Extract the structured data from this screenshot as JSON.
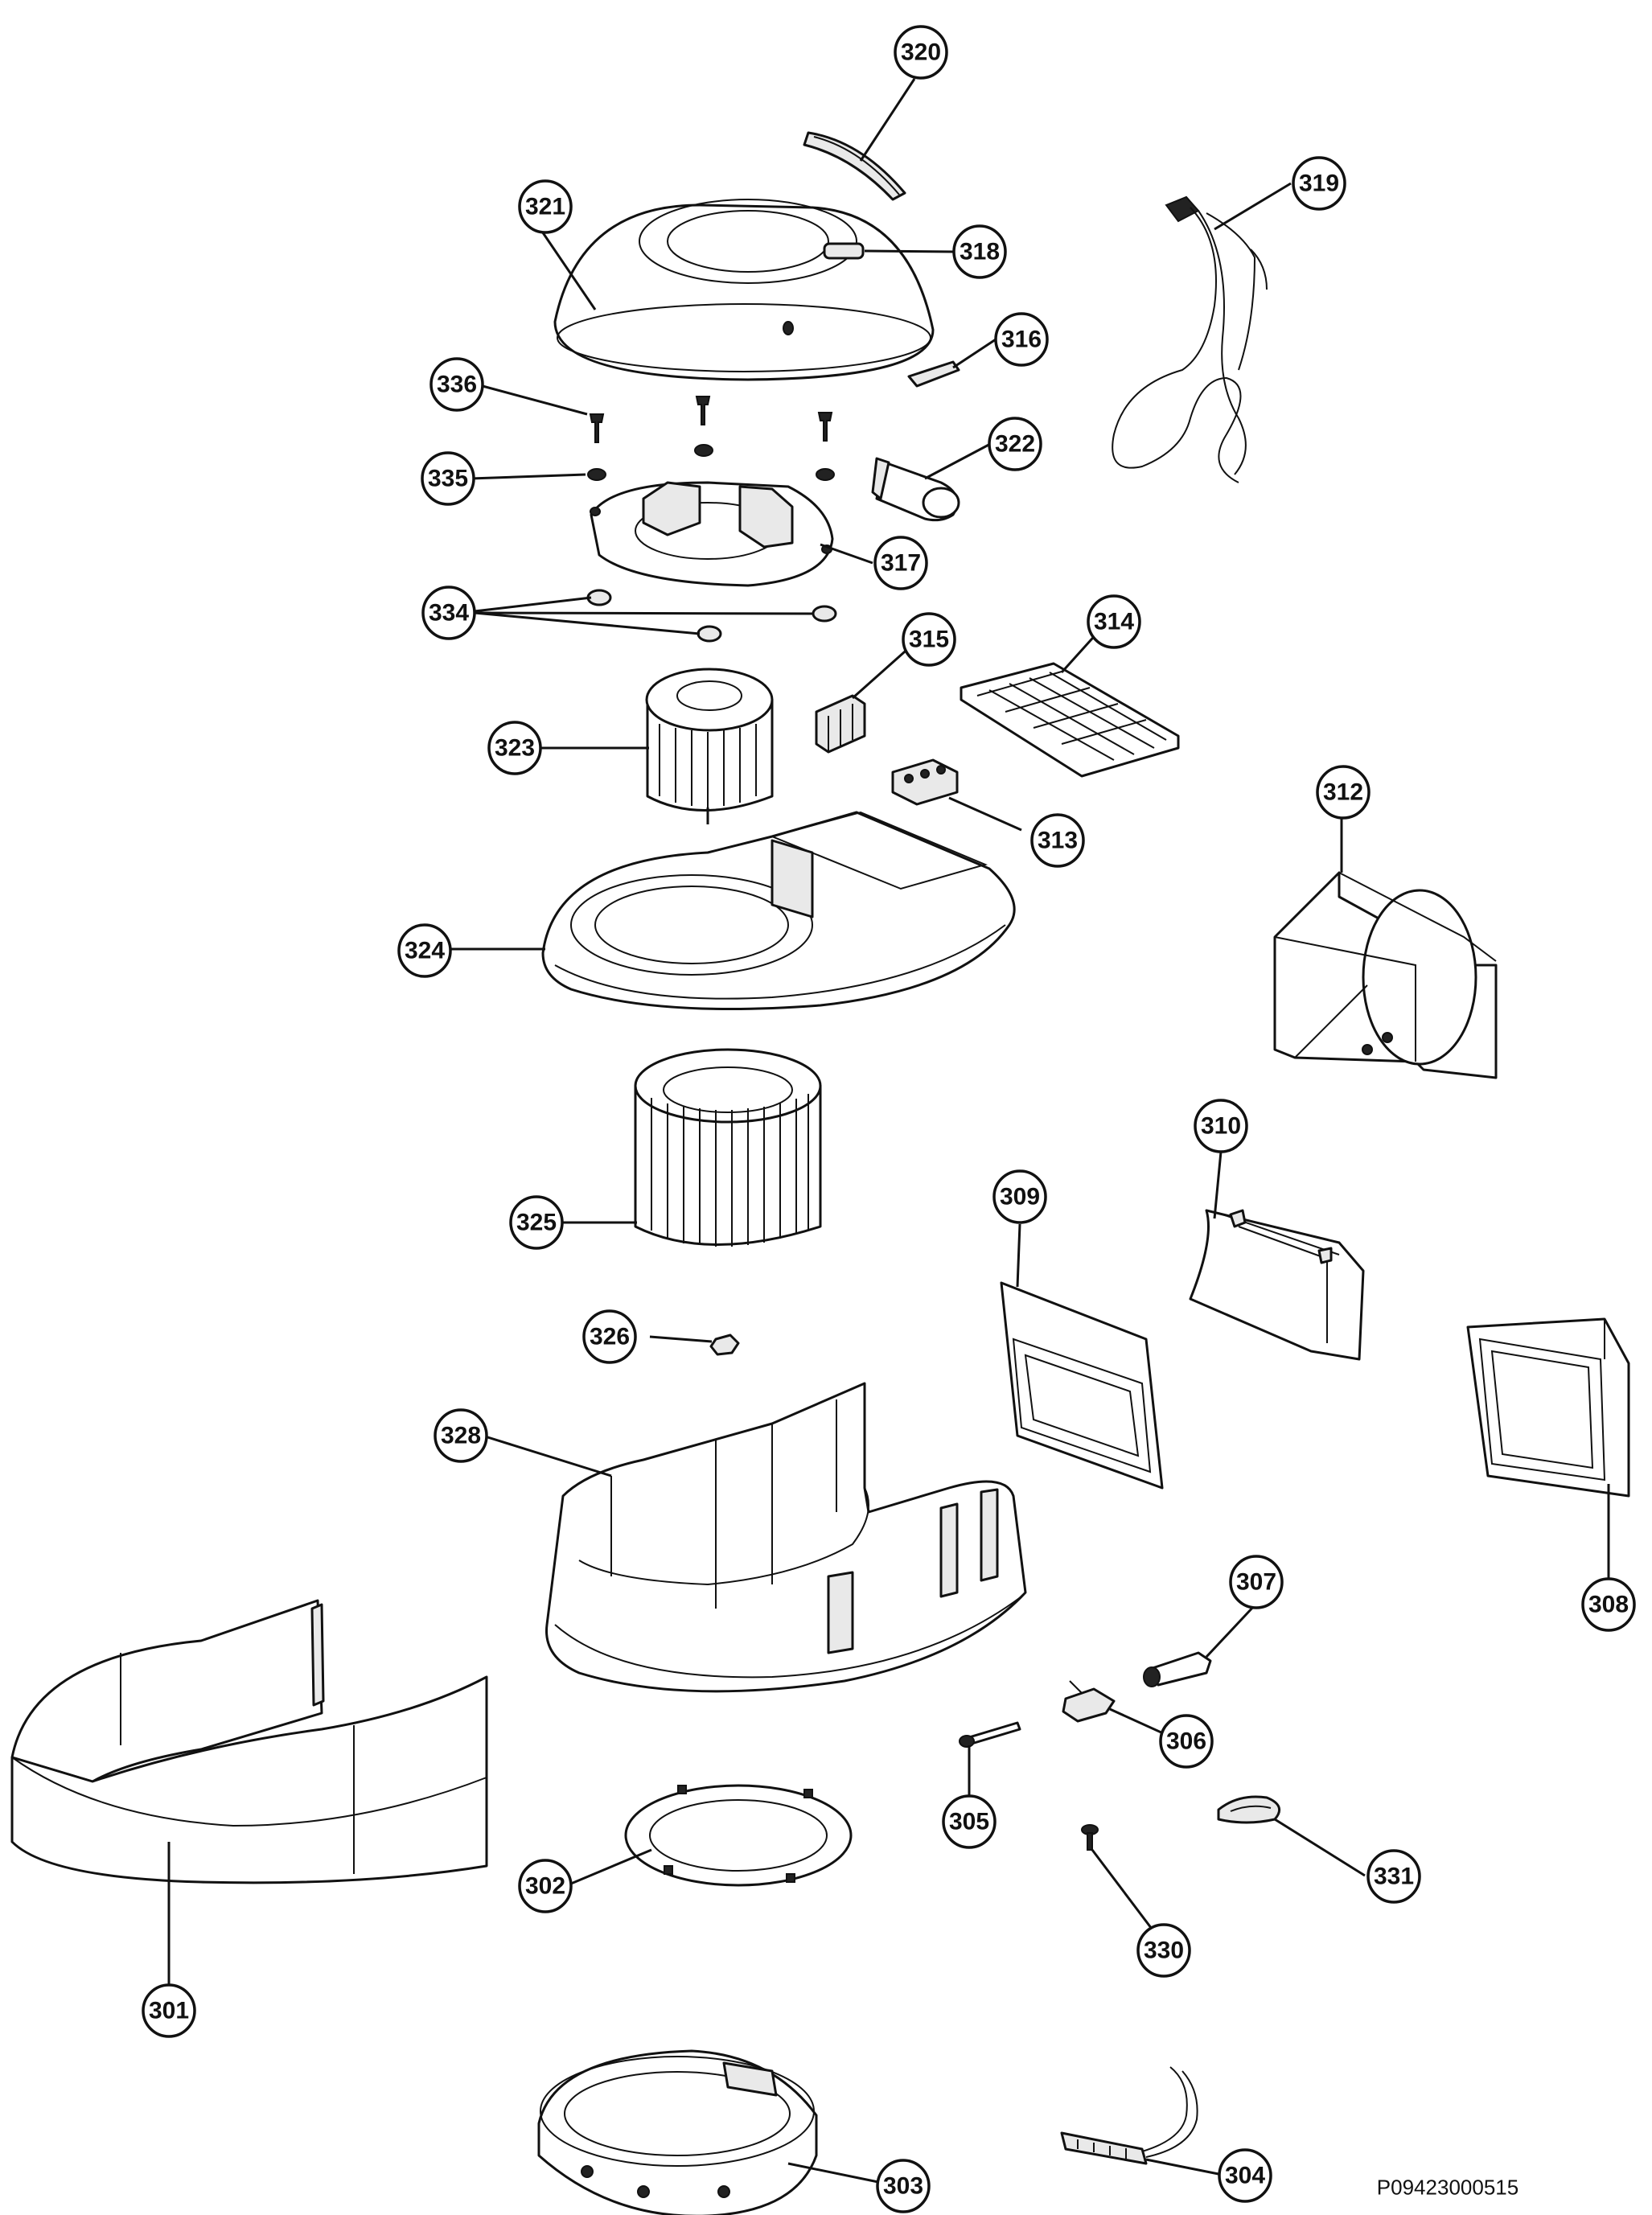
{
  "drawing_code": "P09423000515",
  "callouts": {
    "c301": "301",
    "c302": "302",
    "c303": "303",
    "c304": "304",
    "c305": "305",
    "c306": "306",
    "c307": "307",
    "c308": "308",
    "c309": "309",
    "c310": "310",
    "c312": "312",
    "c313": "313",
    "c314": "314",
    "c315": "315",
    "c316": "316",
    "c317": "317",
    "c318": "318",
    "c319": "319",
    "c320": "320",
    "c321": "321",
    "c322": "322",
    "c323": "323",
    "c324": "324",
    "c325": "325",
    "c326": "326",
    "c328": "328",
    "c330": "330",
    "c331": "331",
    "c334": "334",
    "c335": "335",
    "c336": "336"
  }
}
